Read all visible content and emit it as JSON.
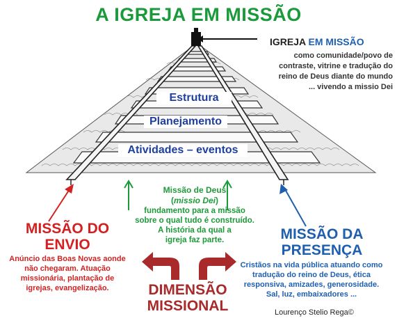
{
  "title": "A IGREJA EM MISSÃO",
  "igreja": {
    "head_a": "IGREJA ",
    "head_b": "EM MISSÃO",
    "desc": [
      "como comunidade/povo de",
      "contraste, vitrine e tradução do",
      "reino de Deus diante do mundo",
      "... vivendo a missio Dei"
    ]
  },
  "track_labels": {
    "estrutura": "Estrutura",
    "planejamento": "Planejamento",
    "atividades": "Atividades – eventos"
  },
  "missao_deus": {
    "title": "Missão de Deus",
    "sub_open": "(",
    "sub_italic": "missio Dei",
    "sub_close": ")",
    "desc": [
      "fundamento para a missão",
      "sobre o qual tudo é construído.",
      "A história da qual a",
      "igreja faz parte."
    ]
  },
  "envio": {
    "title": [
      "MISSÃO DO",
      "ENVIO"
    ],
    "desc": [
      "Anúncio das Boas Novas aonde",
      "não chegaram. Atuação",
      "missionária, plantação de",
      "igrejas, evangelização."
    ]
  },
  "presenca": {
    "title": [
      "MISSÃO DA",
      "PRESENÇA"
    ],
    "desc": [
      "Cristãos na vida pública atuando como",
      "tradução do reino de Deus, ética",
      "responsiva, amizades, generosidade.",
      "Sal, luz, embaixadores ..."
    ]
  },
  "dimensao": [
    "DIMENSÃO",
    "MISSIONAL"
  ],
  "credit": "Lourenço Stelio Rega©",
  "colors": {
    "green": "#1a9a3a",
    "red": "#d42020",
    "blue": "#1f5fb0",
    "darkred": "#a82a2a",
    "navy": "#1f3f9f"
  }
}
